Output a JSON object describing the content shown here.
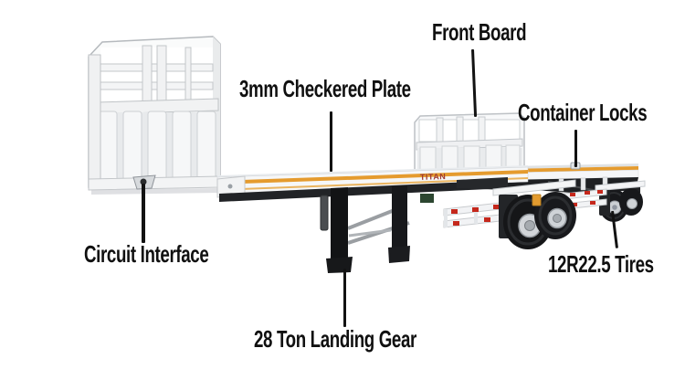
{
  "scene": {
    "description": "Annotated product photo of a white flatbed semi trailer",
    "background": "#FFFFFF",
    "trailer_brand": "TITAN",
    "colors": {
      "stripe_orange": "#E59B2E",
      "label_black": "#101010",
      "arrow_black": "#121212",
      "reflector_red": "#C5281C",
      "brand_red": "#9E3A33",
      "trailer_white": "#F7F8F9",
      "chassis_dark": "#1E2023"
    }
  },
  "annotations": [
    {
      "id": "front-board",
      "label": "Front Board"
    },
    {
      "id": "checkered-plate",
      "label": "3mm Checkered Plate"
    },
    {
      "id": "container-locks",
      "label": "Container Locks"
    },
    {
      "id": "circuit-interface",
      "label": "Circuit Interface"
    },
    {
      "id": "tires",
      "label": "12R22.5 Tires"
    },
    {
      "id": "landing-gear",
      "label": "28 Ton Landing Gear"
    }
  ]
}
